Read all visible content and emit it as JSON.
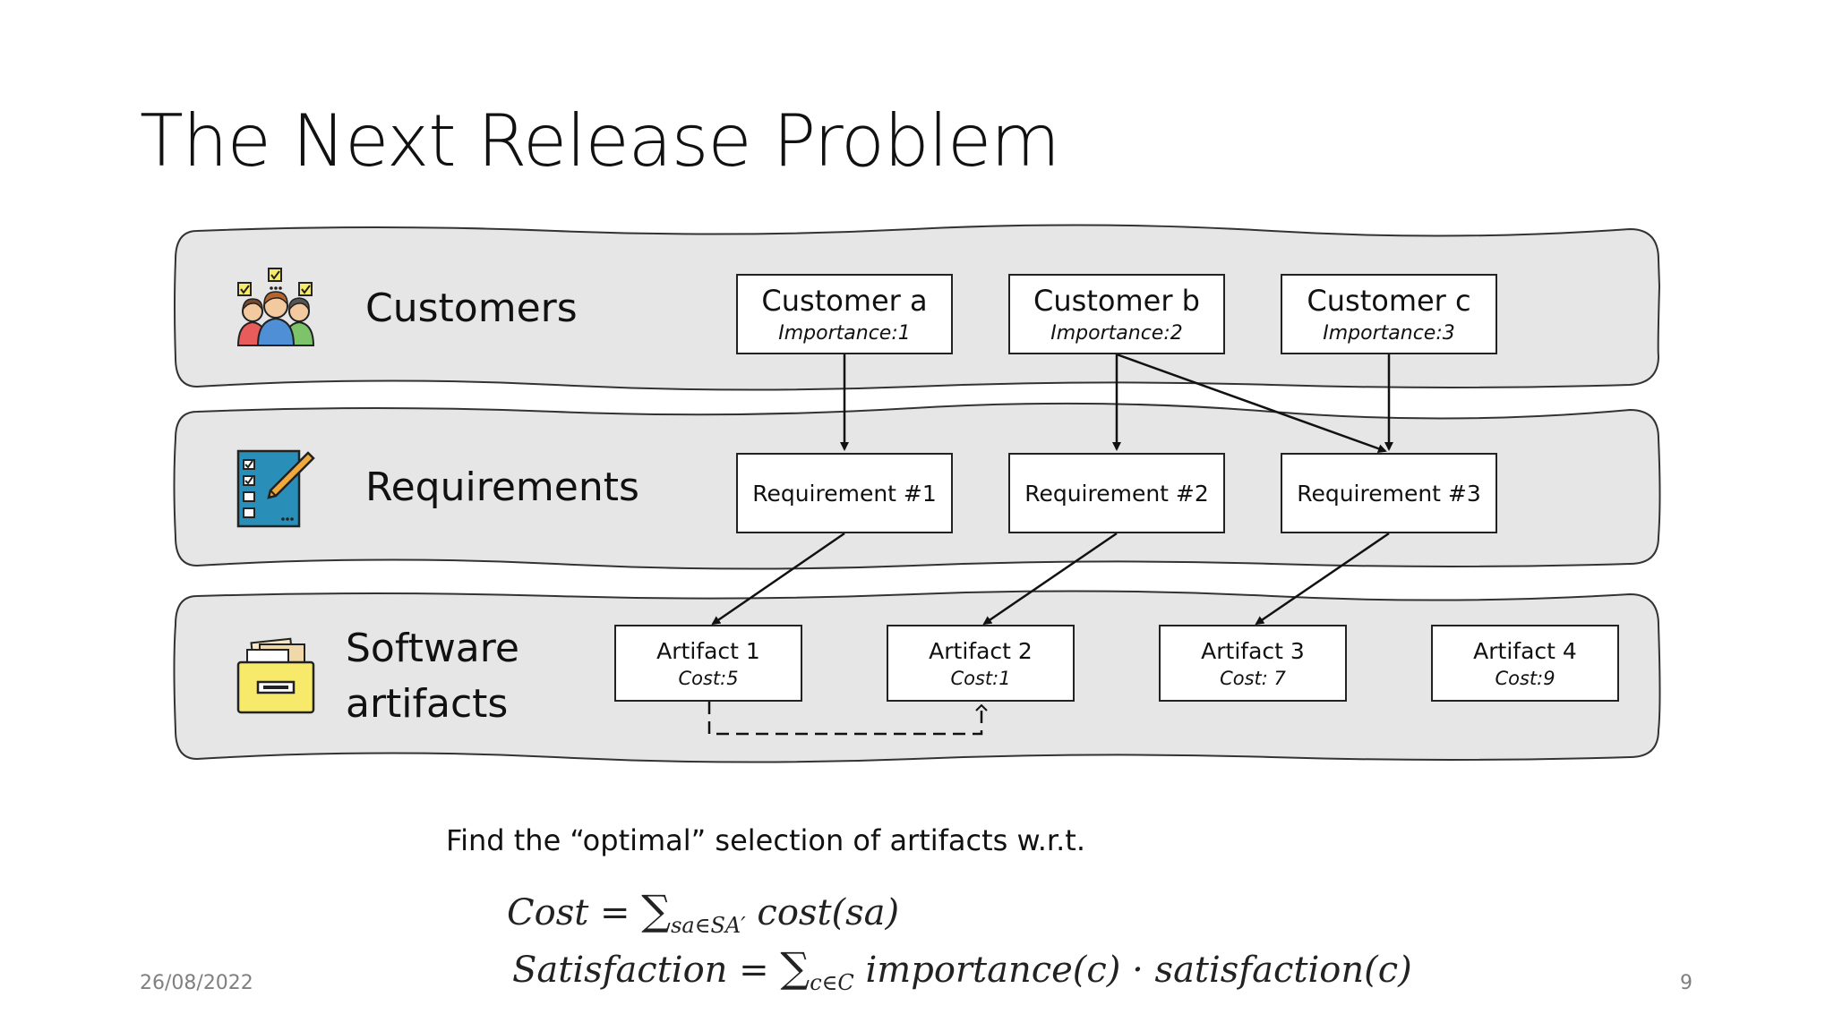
{
  "slide": {
    "title": "The Next Release Problem",
    "footer_date": "26/08/2022",
    "page_number": "9"
  },
  "lanes": {
    "customers_label": "Customers",
    "requirements_label": "Requirements",
    "artifacts_label_line1": "Software",
    "artifacts_label_line2": "artifacts",
    "customers_icon": "customers-group-icon",
    "requirements_icon": "checklist-pencil-icon",
    "artifacts_icon": "file-box-icon"
  },
  "customers": [
    {
      "name": "Customer a",
      "importance": "Importance:1"
    },
    {
      "name": "Customer b",
      "importance": "Importance:2"
    },
    {
      "name": "Customer c",
      "importance": "Importance:3"
    }
  ],
  "requirements": [
    {
      "name": "Requirement #1"
    },
    {
      "name": "Requirement #2"
    },
    {
      "name": "Requirement #3"
    }
  ],
  "artifacts": [
    {
      "name": "Artifact 1",
      "cost": "Cost:5"
    },
    {
      "name": "Artifact 2",
      "cost": "Cost:1"
    },
    {
      "name": "Artifact 3",
      "cost": "Cost: 7"
    },
    {
      "name": "Artifact 4",
      "cost": "Cost:9"
    }
  ],
  "edges": [
    {
      "from": "Customer a",
      "to": "Requirement #1",
      "style": "solid"
    },
    {
      "from": "Customer b",
      "to": "Requirement #2",
      "style": "solid"
    },
    {
      "from": "Customer b",
      "to": "Requirement #3",
      "style": "solid"
    },
    {
      "from": "Customer c",
      "to": "Requirement #3",
      "style": "solid"
    },
    {
      "from": "Requirement #1",
      "to": "Artifact 1",
      "style": "solid"
    },
    {
      "from": "Requirement #2",
      "to": "Artifact 2",
      "style": "solid"
    },
    {
      "from": "Requirement #3",
      "to": "Artifact 3",
      "style": "solid"
    },
    {
      "from": "Artifact 1",
      "to": "Artifact 2",
      "style": "dashed"
    }
  ],
  "objective": {
    "intro": "Find the “optimal” selection of artifacts w.r.t.",
    "cost_lhs": "Cost",
    "cost_eq": " = ",
    "cost_sigma": "∑",
    "cost_sub": "sa∈SA′",
    "cost_rhs": " cost(sa)",
    "sat_lhs": "Satisfaction",
    "sat_eq": " = ",
    "sat_sigma": "∑",
    "sat_sub": "c∈C",
    "sat_rhs": " importance(c) · satisfaction(c)"
  },
  "colors": {
    "lane_fill": "#e6e6e6",
    "lane_stroke": "#333333",
    "node_border": "#222222",
    "folder_yellow": "#f7e96a",
    "checklist_blue": "#2a8fb8",
    "pencil_orange": "#f2a93b"
  }
}
